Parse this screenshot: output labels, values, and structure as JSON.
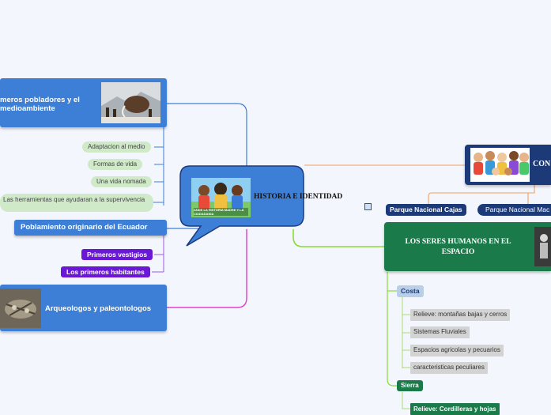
{
  "center": {
    "title": "HISTORIA E IDENTIDAD",
    "image_text": "ANDE LA HISTORIA MADRE Y LA CIUDADANIA"
  },
  "left": {
    "main1": {
      "label": "Primeros pobladores y el medioambiente",
      "line1": "meros pobladores y el",
      "line2": "medioambiente"
    },
    "sub1": [
      "Adaptacion al medio",
      "Formas de vida",
      "Una vida nomada",
      "Las herramientas que ayudaran a la supervivencia"
    ],
    "main2": {
      "label": "Poblamiento originario del Ecuador"
    },
    "sub2": [
      "Primeros vestigios",
      "Los primeros habitantes"
    ],
    "main3": {
      "label": "Arqueologos y paleontologos"
    }
  },
  "right": {
    "top": {
      "label_visible": "CON"
    },
    "parks": [
      "Parque Nacional Cajas",
      "Parque Nacional Mac"
    ],
    "seres": {
      "label": "LOS SERES HUMANOS EN EL ESPACIO",
      "line1": "LOS SERES HUMANOS EN EL",
      "line2": "ESPACIO"
    },
    "costa": {
      "label": "Costa",
      "items": [
        "Relieve: montañas bajas y cerros",
        "Sistemas Fluviales",
        "Espacios agricolas y pecuarios",
        "caracteristicas peculiares"
      ]
    },
    "sierra": {
      "label": "Sierra",
      "items": [
        "Relieve: Cordilleras y hojas"
      ]
    }
  },
  "colors": {
    "background": "#f4f6fd",
    "blue_branch": "#3d7fd6",
    "green_branch": "#1a7a49",
    "navy": "#1d3a78",
    "purple": "#6b18d6",
    "magenta_line": "#e040d0",
    "orange_line": "#f0a060",
    "lime_line": "#88dd33"
  }
}
